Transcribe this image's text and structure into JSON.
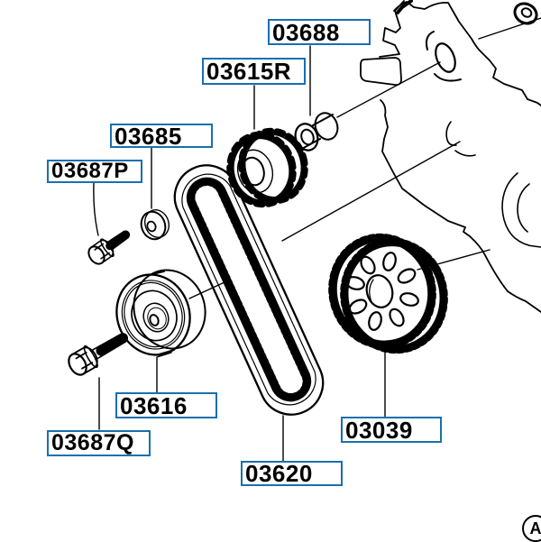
{
  "diagram": {
    "type": "exploded-parts-diagram",
    "subject": "timing-belt-and-sprockets",
    "background_color": "#ffffff",
    "line_color": "#000000",
    "label_border_color": "#1a6faf",
    "label_text_color": "#000000",
    "corner_marker": "A",
    "labels": [
      {
        "part_number": "03688",
        "points_to": "spacer-bushing"
      },
      {
        "part_number": "03615R",
        "points_to": "small-sprocket"
      },
      {
        "part_number": "03685",
        "points_to": "washer"
      },
      {
        "part_number": "03687P",
        "points_to": "short-flange-bolt"
      },
      {
        "part_number": "03616",
        "points_to": "tensioner-pulley"
      },
      {
        "part_number": "03687Q",
        "points_to": "long-flange-bolt"
      },
      {
        "part_number": "03620",
        "points_to": "timing-belt"
      },
      {
        "part_number": "03039",
        "points_to": "crankshaft-sprocket"
      }
    ],
    "other_drawings": [
      "engine-block-outline",
      "leader-lines"
    ]
  }
}
